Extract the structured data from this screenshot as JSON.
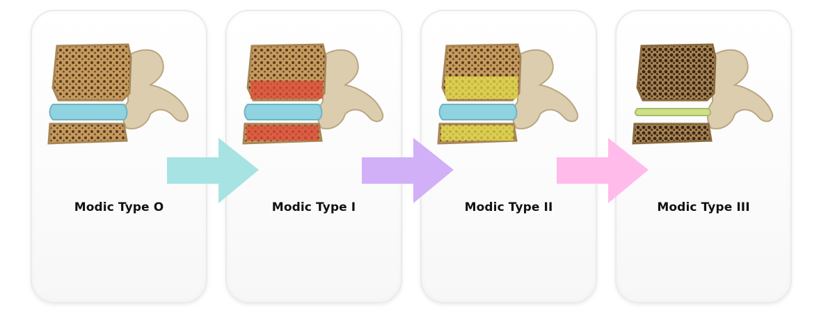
{
  "stages": [
    {
      "label": "Modic Type O",
      "icon": "vertebra-normal-icon",
      "marrow_tint": "none",
      "disc_color": "#8fd3e0"
    },
    {
      "label": "Modic Type I",
      "icon": "vertebra-edema-icon",
      "marrow_tint": "#e04a3a",
      "disc_color": "#8fd3e0"
    },
    {
      "label": "Modic Type II",
      "icon": "vertebra-fatty-icon",
      "marrow_tint": "#e6e24a",
      "disc_color": "#8fd3e0"
    },
    {
      "label": "Modic Type III",
      "icon": "vertebra-sclerotic-icon",
      "marrow_tint": "#3a2a1a",
      "disc_color": "#cfe08a"
    }
  ],
  "arrows": [
    {
      "icon": "arrow-right-icon",
      "color": "#a7e3e3"
    },
    {
      "icon": "arrow-right-icon",
      "color": "#d1b0f7"
    },
    {
      "icon": "arrow-right-icon",
      "color": "#ffbcea"
    }
  ]
}
